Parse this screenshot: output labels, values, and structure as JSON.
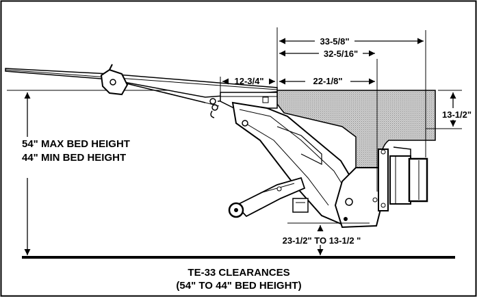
{
  "dimensions": {
    "d1": "33-5/8\"",
    "d2": "32-5/16\"",
    "d3": "12-3/4\"",
    "d4": "22-1/8\"",
    "d5": "13-1/2\"",
    "d6": "23-1/2\" TO 13-1/2 \""
  },
  "bed_height": {
    "max": "54\" MAX BED HEIGHT",
    "min": "44\" MIN BED HEIGHT"
  },
  "caption": {
    "line1": "TE-33 CLEARANCES",
    "line2": "(54\" TO 44\" BED HEIGHT)"
  }
}
